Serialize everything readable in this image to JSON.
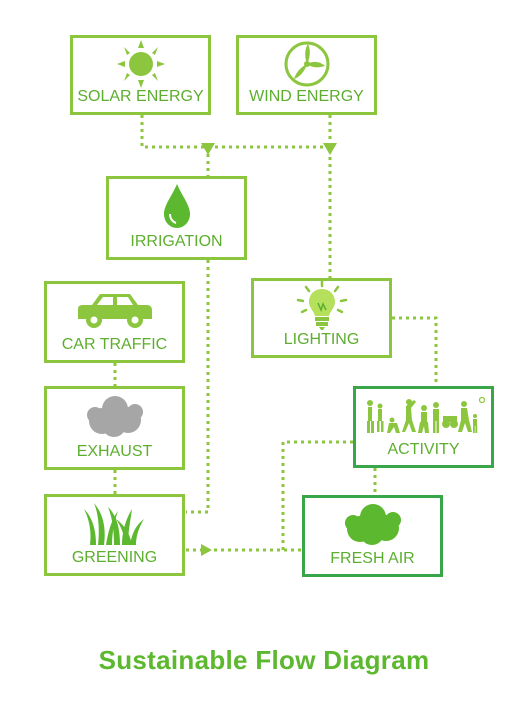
{
  "diagram": {
    "title": "Sustainable Flow Diagram",
    "nodes": {
      "solar": {
        "label": "SOLAR ENERGY",
        "icon": "sun-icon"
      },
      "wind": {
        "label": "WIND ENERGY",
        "icon": "wind-turbine-icon"
      },
      "irrigation": {
        "label": "IRRIGATION",
        "icon": "water-drop-icon"
      },
      "car": {
        "label": "CAR TRAFFIC",
        "icon": "car-icon"
      },
      "lighting": {
        "label": "LIGHTING",
        "icon": "light-bulb-icon"
      },
      "exhaust": {
        "label": "EXHAUST",
        "icon": "cloud-icon"
      },
      "activity": {
        "label": "ACTIVITY",
        "icon": "people-icon"
      },
      "greening": {
        "label": "GREENING",
        "icon": "grass-icon"
      },
      "fresh_air": {
        "label": "FRESH AIR",
        "icon": "green-cloud-icon"
      }
    },
    "edges": [
      {
        "from": "SOLAR ENERGY",
        "to": "IRRIGATION"
      },
      {
        "from": "WIND ENERGY",
        "to": "IRRIGATION"
      },
      {
        "from": "WIND ENERGY",
        "to": "LIGHTING"
      },
      {
        "from": "IRRIGATION",
        "to": "GREENING"
      },
      {
        "from": "CAR TRAFFIC",
        "to": "EXHAUST"
      },
      {
        "from": "EXHAUST",
        "to": "GREENING"
      },
      {
        "from": "GREENING",
        "to": "FRESH AIR"
      },
      {
        "from": "LIGHTING",
        "to": "ACTIVITY"
      },
      {
        "from": "ACTIVITY",
        "to": "FRESH AIR"
      }
    ],
    "colors": {
      "light_green": "#8cc63f",
      "dark_green": "#3aa64b",
      "text_green": "#5dae2f",
      "title_green": "#5cb82e",
      "cloud_gray": "#a6a6a6"
    }
  }
}
